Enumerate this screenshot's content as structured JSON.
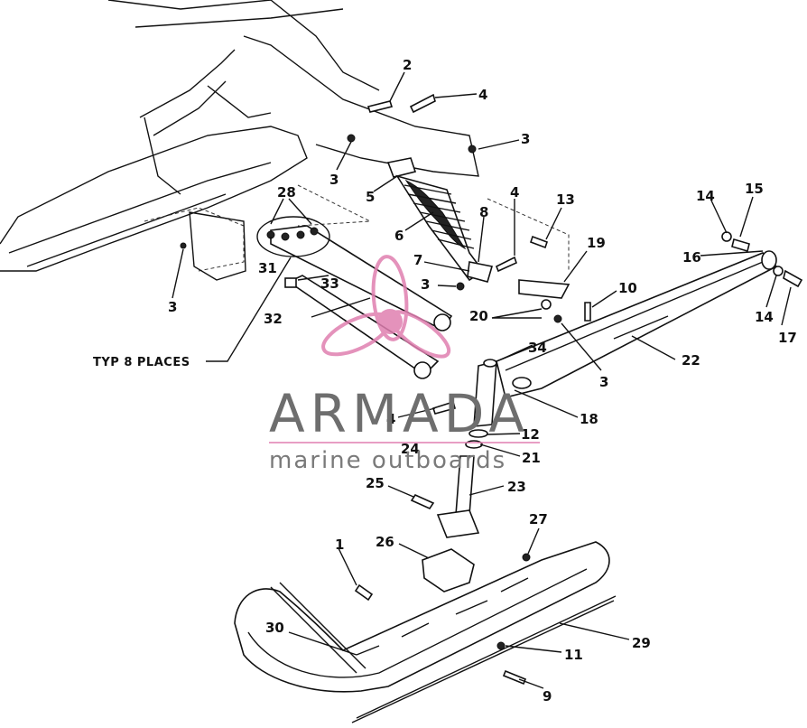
{
  "diagram": {
    "callouts": [
      "1",
      "2",
      "3",
      "4",
      "5",
      "6",
      "7",
      "8",
      "9",
      "10",
      "11",
      "12",
      "13",
      "14",
      "15",
      "16",
      "17",
      "18",
      "19",
      "20",
      "21",
      "22",
      "23",
      "24",
      "25",
      "26",
      "27",
      "28",
      "29",
      "30",
      "31",
      "32",
      "33",
      "34"
    ],
    "note": "TYP 8 PLACES"
  },
  "watermark": {
    "brand": "ARMADA",
    "tagline": "marine outboards",
    "accent_color": "#e07fb0"
  }
}
